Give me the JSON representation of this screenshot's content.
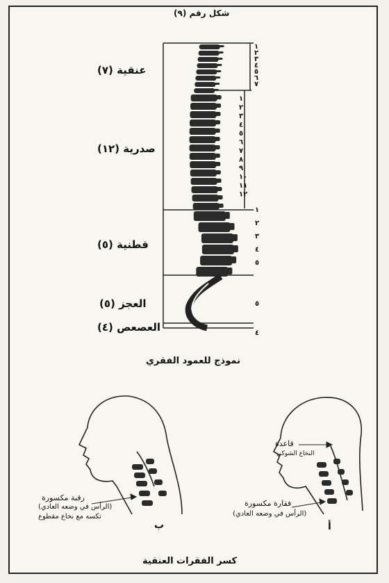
{
  "title": "شكل رقم (٩)",
  "regions": {
    "cervical": "عنقية (٧)",
    "thoracic": "صدرية (١٢)",
    "lumbar": "قطنية (٥)",
    "sacral": "العجز (٥)",
    "coccyx": "العصعص (٤)"
  },
  "spine_caption": "نموذج للعمود الفقري",
  "left_head": {
    "label1": "رقبة مكسورة",
    "label2": "(الرأس في وضعه العادي)",
    "label3": "تكسه مع نخاع مقطوع",
    "letter": "ب"
  },
  "right_head": {
    "label_skull": "قاعدة",
    "label_cord": "النخاع الشوكي",
    "label_break": "فقارة مكسورة",
    "label_pos": "(الرأس في وضعه العادي)",
    "letter": "أ"
  },
  "bottom_caption": "كسر الفقرات العنقية",
  "numbers": {
    "c": [
      "١",
      "٢",
      "٣",
      "٤",
      "٥",
      "٦",
      "٧"
    ],
    "t": [
      "١",
      "٢",
      "٣",
      "٤",
      "٥",
      "٦",
      "٧",
      "٨",
      "٩",
      "١٠",
      "١١",
      "١٢"
    ],
    "l": [
      "١",
      "٢",
      "٣",
      "٤",
      "٥"
    ],
    "s": "٥",
    "co": "٤"
  }
}
